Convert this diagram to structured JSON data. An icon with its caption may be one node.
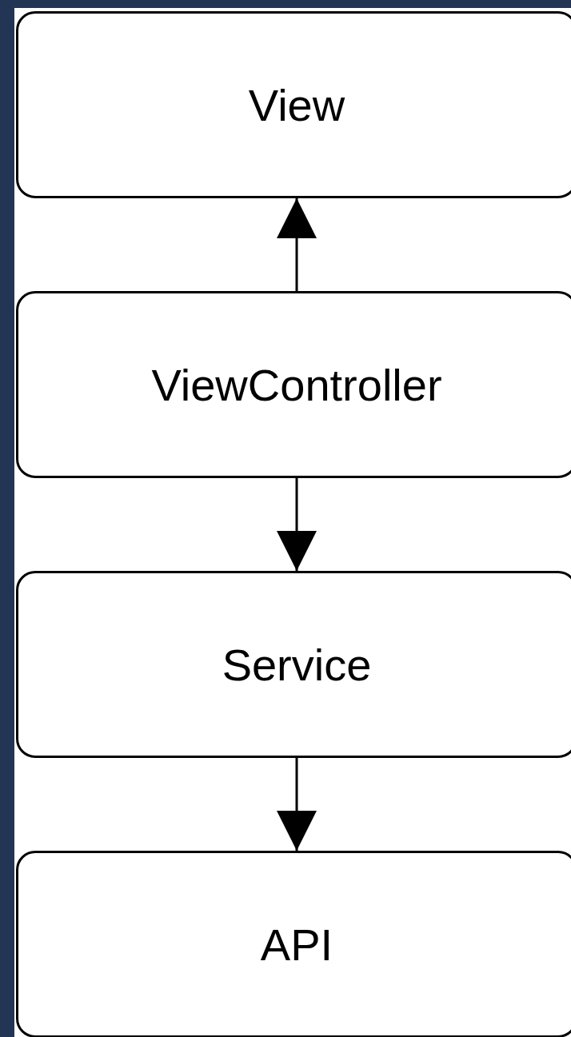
{
  "diagram": {
    "nodes": [
      {
        "text": [
          "View"
        ]
      },
      {
        "text": [
          "ViewController"
        ]
      },
      {
        "text": [
          "Service"
        ]
      },
      {
        "text": [
          "API"
        ]
      }
    ],
    "edges": [
      {
        "from": 1,
        "to": 0,
        "arrow": "to"
      },
      {
        "from": 1,
        "to": 2,
        "arrow": "to"
      },
      {
        "from": 2,
        "to": 3,
        "arrow": "to"
      }
    ]
  }
}
